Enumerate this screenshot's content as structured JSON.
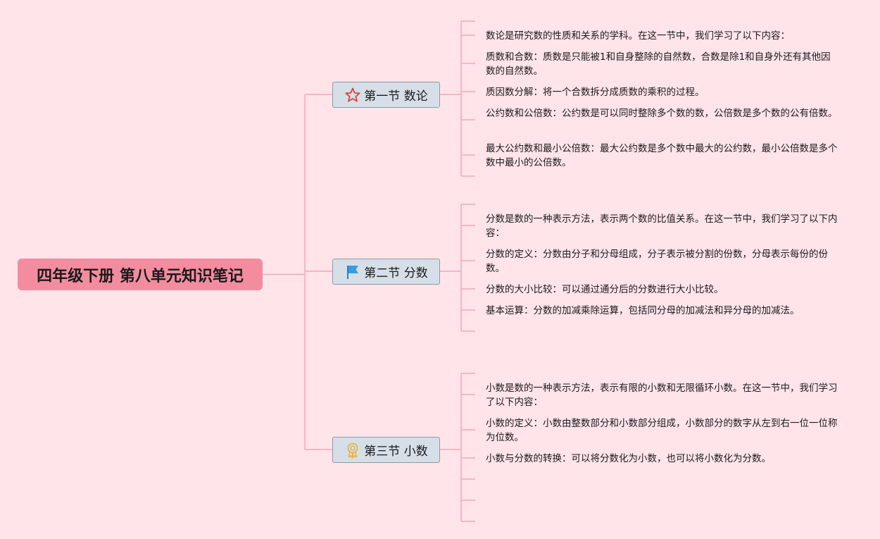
{
  "root": {
    "title": "四年级下册 第八单元知识笔记"
  },
  "sections": [
    {
      "title": "第一节 数论",
      "icon": "star-icon",
      "notes": [
        "数论是研究数的性质和关系的学科。在这一节中，我们学习了以下内容：",
        "质数和合数：质数是只能被1和自身整除的自然数，合数是除1和自身外还有其他因数的自然数。",
        "质因数分解：将一个合数拆分成质数的乘积的过程。",
        "公约数和公倍数：公约数是可以同时整除多个数的数，公倍数是多个数的公有倍数。",
        "最大公约数和最小公倍数：最大公约数是多个数中最大的公约数，最小公倍数是多个数中最小的公倍数。"
      ]
    },
    {
      "title": "第二节 分数",
      "icon": "flag-icon",
      "notes": [
        "分数是数的一种表示方法，表示两个数的比值关系。在这一节中，我们学习了以下内容：",
        "分数的定义：分数由分子和分母组成，分子表示被分割的份数，分母表示每份的份数。",
        "分数的大小比较：可以通过通分后的分数进行大小比较。",
        "基本运算：分数的加减乘除运算，包括同分母的加减法和异分母的加减法。"
      ]
    },
    {
      "title": "第三节 小数",
      "icon": "award-ribbon-icon",
      "notes": [
        "小数是数的一种表示方法，表示有限的小数和无限循环小数。在这一节中，我们学习了以下内容：",
        "小数的定义：小数由整数部分和小数部分组成，小数部分的数字从左到右一位一位称为位数。",
        "小数与分数的转换：可以将分数化为小数，也可以将小数化为分数。"
      ]
    }
  ],
  "colors": {
    "background": "#ffe4ea",
    "root_fill": "#f48ca0",
    "connector": "#f4a7b9",
    "section_fill": "#d6dfe8",
    "section_border": "#8a9aa8"
  }
}
